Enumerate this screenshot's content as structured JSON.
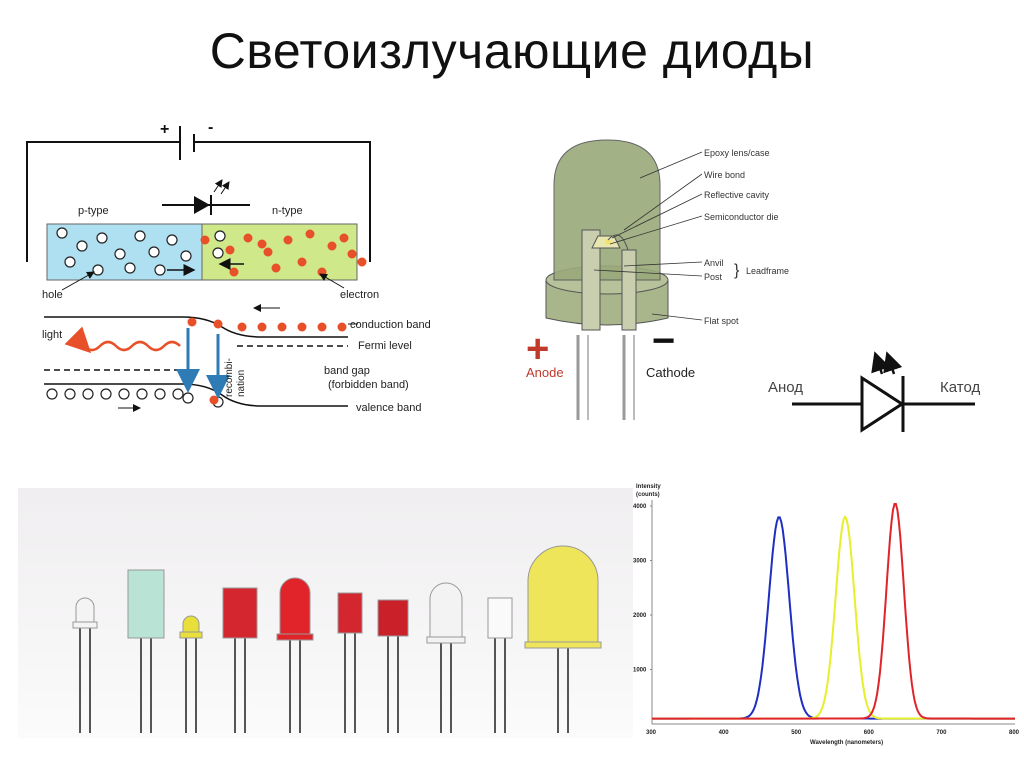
{
  "title": "Светоизлучающие диоды",
  "pn_diagram": {
    "plus": "+",
    "minus": "-",
    "p_type": "p-type",
    "n_type": "n-type",
    "hole": "hole",
    "electron": "electron",
    "light": "light",
    "conduction_band": "conduction band",
    "fermi_level": "Fermi level",
    "band_gap": "band gap",
    "forbidden_band": "(forbidden band)",
    "valence_band": "valence band",
    "recombination_1": "recombi-",
    "recombination_2": "nation",
    "colors": {
      "p_region": "#aee0f2",
      "n_region": "#cfe88a",
      "electron": "#e8502a",
      "arrow": "#2e7bb5",
      "light": "#e8502a"
    }
  },
  "led_structure": {
    "epoxy": "Epoxy lens/case",
    "wire_bond": "Wire bond",
    "reflective_cavity": "Reflective cavity",
    "semiconductor_die": "Semiconductor die",
    "anvil": "Anvil",
    "post": "Post",
    "leadframe": "Leadframe",
    "flat_spot": "Flat spot",
    "plus": "+",
    "minus": "−",
    "anode": "Anode",
    "cathode": "Cathode",
    "colors": {
      "body": "#9aa97a",
      "plus": "#c0392b"
    }
  },
  "symbol": {
    "anode": "Анод",
    "cathode": "Катод"
  },
  "chart_data": {
    "type": "line",
    "ylabel": "Intensity (counts)",
    "xlabel": "Wavelength (nanometers)",
    "xlim": [
      300,
      800
    ],
    "ylim": [
      0,
      4000
    ],
    "x_ticks": [
      "300",
      "400",
      "500",
      "600",
      "700",
      "800"
    ],
    "y_ticks": [
      "1000",
      "2000",
      "3000",
      "4000"
    ],
    "series": [
      {
        "color": "#1f2fbf",
        "peak_x": 475,
        "peak_y": 3800,
        "width": 14
      },
      {
        "color": "#e6ef2a",
        "peak_x": 566,
        "peak_y": 3800,
        "width": 13
      },
      {
        "color": "#e0242a",
        "peak_x": 635,
        "peak_y": 4050,
        "width": 12
      }
    ],
    "baseline": 100,
    "grid": false
  }
}
